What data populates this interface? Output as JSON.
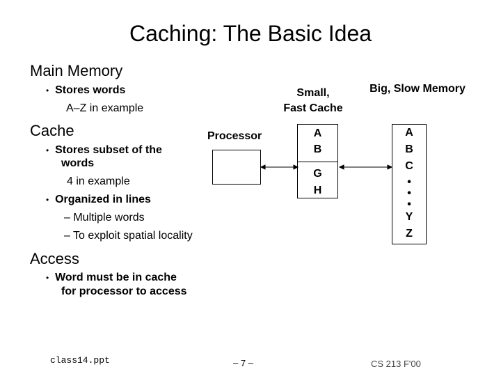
{
  "title": "Caching: The Basic Idea",
  "main_memory": {
    "heading": "Main Memory",
    "bullet": "Stores words",
    "sub": "A–Z in example"
  },
  "cache": {
    "heading": "Cache",
    "bullet1_line1": "Stores subset of the",
    "bullet1_line2": "words",
    "bullet1_sub": "4 in example",
    "bullet2": "Organized in lines",
    "dash1": "– Multiple words",
    "dash2": "– To exploit spatial locality"
  },
  "access": {
    "heading": "Access",
    "bullet_line1": "Word must be in cache",
    "bullet_line2": "for processor to access"
  },
  "diagram": {
    "processor_label": "Processor",
    "cache_label_line1": "Small,",
    "cache_label_line2": "Fast Cache",
    "memory_label": "Big, Slow Memory",
    "cache_lines": [
      [
        "A",
        "B"
      ],
      [
        "G",
        "H"
      ]
    ],
    "memory_words": [
      "A",
      "B",
      "C",
      "•",
      "•",
      "•",
      "Y",
      "Z"
    ]
  },
  "footer": {
    "file": "class14.ppt",
    "page": "– 7 –",
    "course": "CS 213 F'00"
  },
  "bullet_glyph": "•"
}
